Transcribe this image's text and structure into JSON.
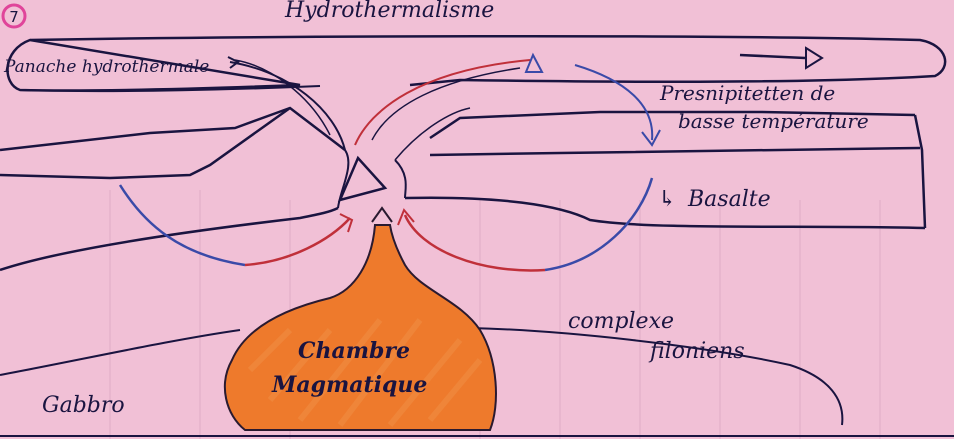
{
  "figure_number": "7",
  "title": "Hydrothermalisme",
  "labels": {
    "plume": "Panache hydrothermale",
    "precipitation_line1": "Presnipitetten de",
    "precipitation_line2": "basse température",
    "basalt": "Basalte",
    "dikes_line1": "complexe",
    "dikes_line2": "filoniens",
    "chamber_line1": "Chambre",
    "chamber_line2": "Magmatique",
    "gabbro": "Gabbro"
  },
  "colors": {
    "paper": "#f1c0d6",
    "ink": "#1a1440",
    "red_arrow": "#c0303a",
    "blue_arrow": "#3a4aa8",
    "magma": "#ee7a2c",
    "magma_outline": "#2a1a30",
    "marker_circle": "#e0449a"
  }
}
